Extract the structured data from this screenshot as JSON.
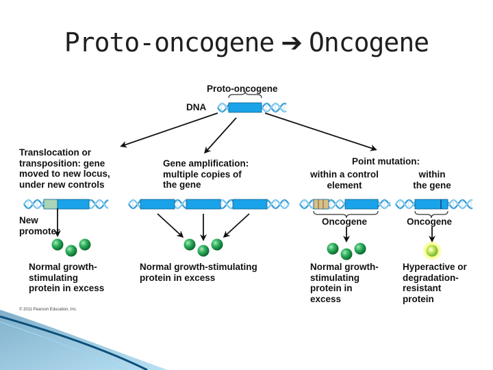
{
  "slide": {
    "title_left": "Proto-oncogene",
    "title_right": "Oncogene",
    "title_arrow_icon": "right-arrow-icon"
  },
  "diagram": {
    "top": {
      "gene_label": "Proto-oncogene",
      "dna_label": "DNA"
    },
    "translocation": {
      "heading": "Translocation or\ntransposition: gene\nmoved to new locus,\nunder new controls",
      "promoter_label": "New\npromoter",
      "result": "Normal growth-\nstimulating\nprotein in excess"
    },
    "amplification": {
      "heading": "Gene amplification:\nmultiple copies of\nthe gene",
      "result": "Normal growth-stimulating\nprotein in excess"
    },
    "point_mutation": {
      "heading": "Point mutation:",
      "control_heading": "within a control\nelement",
      "gene_heading": "within\nthe gene",
      "oncogene_label_1": "Oncogene",
      "oncogene_label_2": "Oncogene",
      "control_result": "Normal growth-\nstimulating\nprotein in\nexcess",
      "gene_result": "Hyperactive or\ndegradation-\nresistant\nprotein"
    },
    "copyright": "© 2011 Pearson Education, Inc."
  },
  "colors": {
    "gene_blue": "#1aa3e8",
    "dna_light": "#bfe4f7",
    "promoter_green": "#a8d4b8",
    "protein_green": "#1f9a4a",
    "mutant_protein": "#b8e04a",
    "mutant_glow": "#f4ff3a",
    "control_tan": "#d8c08a"
  }
}
